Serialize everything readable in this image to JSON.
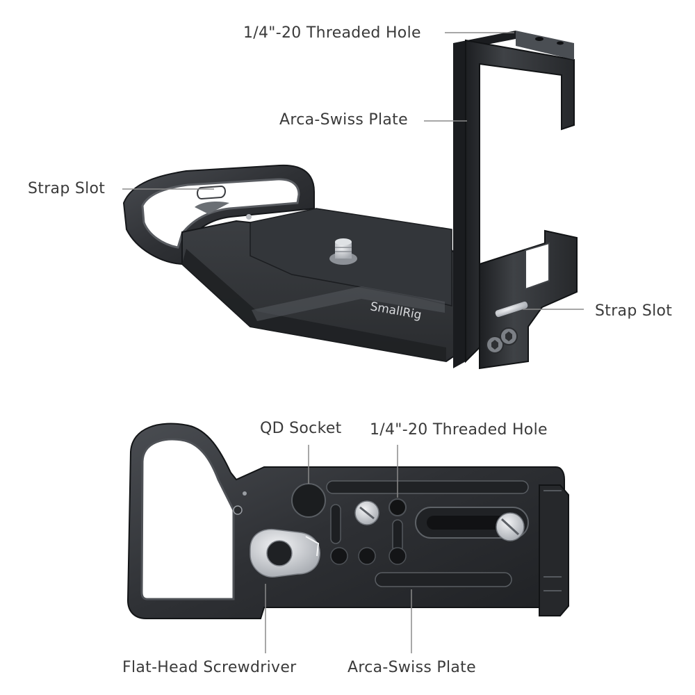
{
  "top_view": {
    "callouts": {
      "threaded_hole": "1/4\"-20 Threaded Hole",
      "arca_plate": "Arca-Swiss Plate",
      "strap_slot_left": "Strap Slot",
      "strap_slot_right": "Strap Slot"
    },
    "brand_engraving": "SmallRig"
  },
  "bottom_view": {
    "callouts": {
      "qd_socket": "QD Socket",
      "threaded_hole": "1/4\"-20 Threaded Hole",
      "screwdriver": "Flat-Head Screwdriver",
      "arca_plate": "Arca-Swiss Plate"
    }
  },
  "colors": {
    "metal_dark": "#2b2d30",
    "metal_mid": "#45484c",
    "metal_edge": "#6b6f74",
    "screw_silver": "#cfd2d6",
    "leader_line": "#8a8a8a",
    "label_text": "#3a3a3a"
  }
}
